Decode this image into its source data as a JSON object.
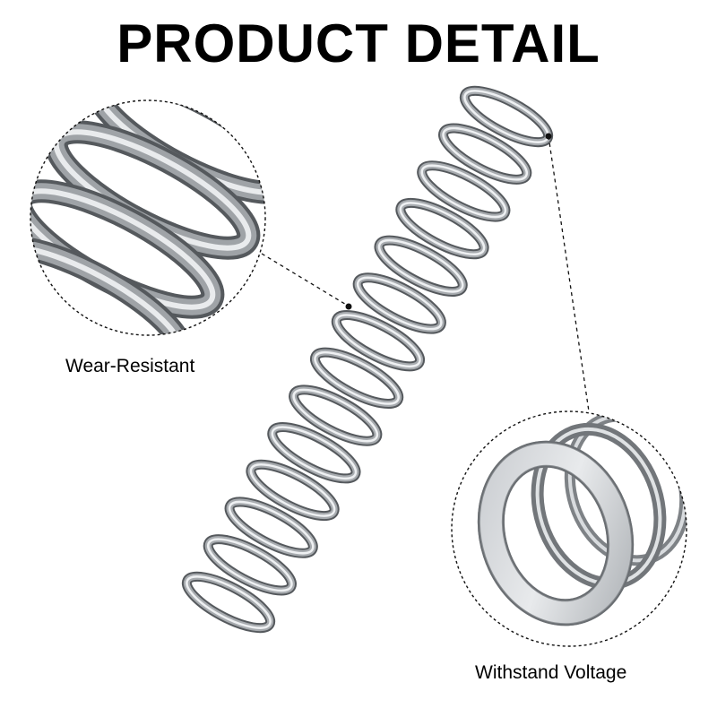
{
  "title": "PRODUCT DETAIL",
  "callouts": [
    {
      "label": "Wear-Resistant"
    },
    {
      "label": "Withstand Voltage"
    }
  ],
  "colors": {
    "background": "#ffffff",
    "text": "#000000",
    "metal_dark": "#5b5f63",
    "metal_mid": "#9a9ea2",
    "metal_light": "#e6e8ea",
    "dashed_line": "#111111"
  }
}
